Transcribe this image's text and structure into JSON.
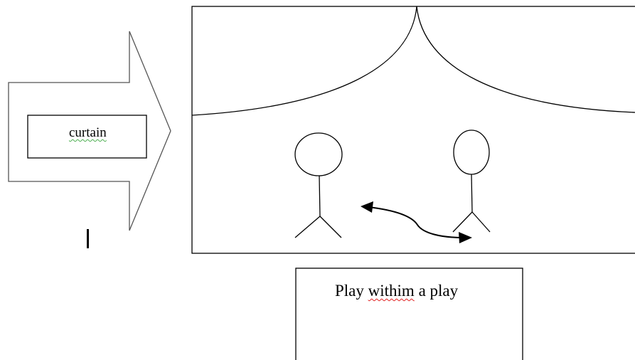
{
  "labels": {
    "curtain": "curtain",
    "play_prefix": "Play ",
    "play_misspelled": "withim",
    "play_suffix": " a play"
  },
  "colors": {
    "stroke": "#000000",
    "background": "#ffffff",
    "spellcheck_green": "#4caf50",
    "spellcheck_red": "#e02020"
  }
}
